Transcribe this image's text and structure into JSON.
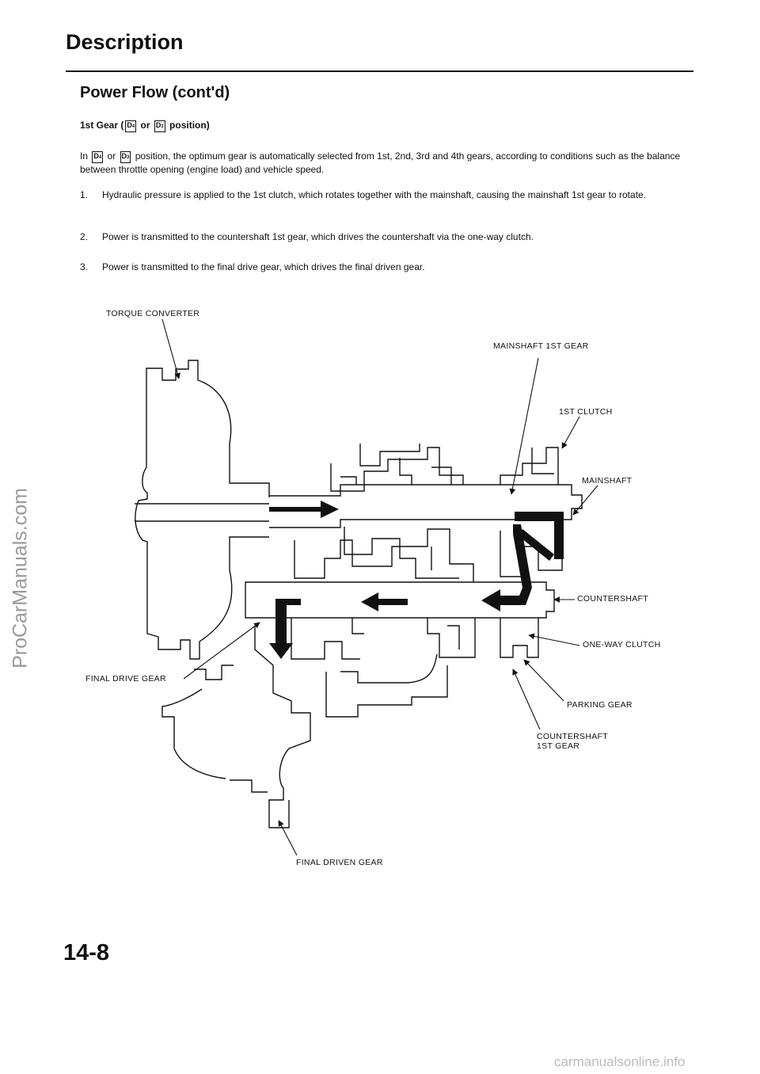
{
  "header": {
    "section_title": "Description",
    "subtitle": "Power Flow (cont'd)"
  },
  "gear_heading": {
    "prefix": "1st Gear (",
    "pos1": "D",
    "pos1_sub": "4",
    "mid": " or ",
    "pos2": "D",
    "pos2_sub": "3",
    "suffix": " position)"
  },
  "intro": {
    "prefix": "In ",
    "pos1": "D",
    "pos1_sub": "4",
    "mid": " or ",
    "pos2": "D",
    "pos2_sub": "3",
    "text": " position, the optimum gear is automatically selected from 1st, 2nd, 3rd and 4th gears, according to conditions such as the balance between throttle opening (engine load) and vehicle speed."
  },
  "steps": [
    {
      "num": "1.",
      "text": "Hydraulic pressure is applied to the 1st clutch, which rotates together with the mainshaft, causing the mainshaft 1st gear to rotate."
    },
    {
      "num": "2.",
      "text": "Power is transmitted to the countershaft 1st gear, which drives the countershaft via the one-way clutch."
    },
    {
      "num": "3.",
      "text": "Power is transmitted to the final drive gear, which drives the final driven gear."
    }
  ],
  "diagram_labels": {
    "torque_converter": "TORQUE CONVERTER",
    "mainshaft_1st_gear": "MAINSHAFT 1ST GEAR",
    "first_clutch": "1ST CLUTCH",
    "mainshaft": "MAINSHAFT",
    "countershaft": "COUNTERSHAFT",
    "one_way_clutch": "ONE-WAY CLUTCH",
    "final_drive_gear": "FINAL DRIVE GEAR",
    "parking_gear": "PARKING GEAR",
    "countershaft_1st_gear_line1": "COUNTERSHAFT",
    "countershaft_1st_gear_line2": "1ST GEAR",
    "final_driven_gear": "FINAL DRIVEN GEAR"
  },
  "page_number": "14-8",
  "watermarks": {
    "left": "ProCarManuals.com",
    "bottom": "carmanualsonline.info"
  }
}
